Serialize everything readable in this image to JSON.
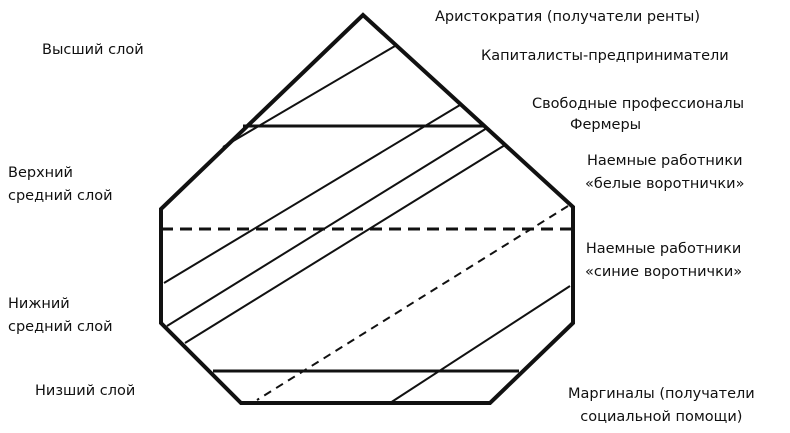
{
  "left_labels": {
    "upper": "Высший слой",
    "upper_middle": [
      "Верхний",
      "средний слой"
    ],
    "lower_middle": [
      "Нижний",
      "средний слой"
    ],
    "lowest": "Низший слой"
  },
  "right_labels": {
    "aristocracy": "Аристократия (получатели ренты)",
    "capitalists": "Капиталисты-предприниматели",
    "professionals": "Свободные профессионалы",
    "farmers": "Фермеры",
    "white_collar": [
      "Наемные работники",
      "«белые воротнички»"
    ],
    "blue_collar": [
      "Наемные работники",
      "«синие воротнички»"
    ],
    "marginals": [
      "Маргиналы (получатели",
      "социальной помощи)"
    ]
  },
  "colors": {
    "stroke": "#111111",
    "background": "#ffffff"
  }
}
